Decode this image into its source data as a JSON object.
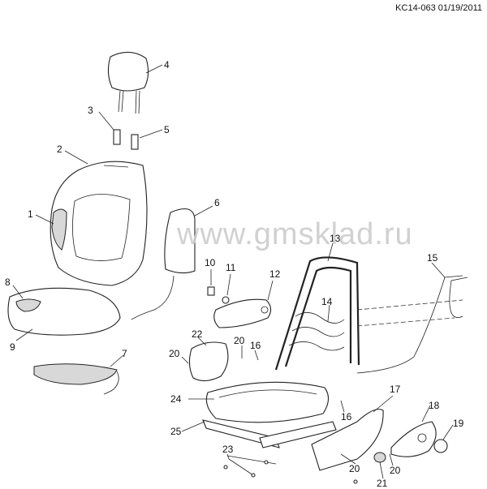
{
  "header": {
    "doc_id": "KC14-063 01/19/2011"
  },
  "watermark": "www.gmsklad.ru",
  "callouts": [
    "1",
    "2",
    "3",
    "4",
    "5",
    "6",
    "7",
    "8",
    "9",
    "10",
    "11",
    "12",
    "13",
    "14",
    "15",
    "16",
    "16",
    "17",
    "18",
    "19",
    "20",
    "20",
    "20",
    "20",
    "21",
    "22",
    "23",
    "24",
    "25"
  ],
  "colors": {
    "line": "#222222",
    "watermark": "#c9c9c9",
    "shade": "#d8d8d8"
  }
}
